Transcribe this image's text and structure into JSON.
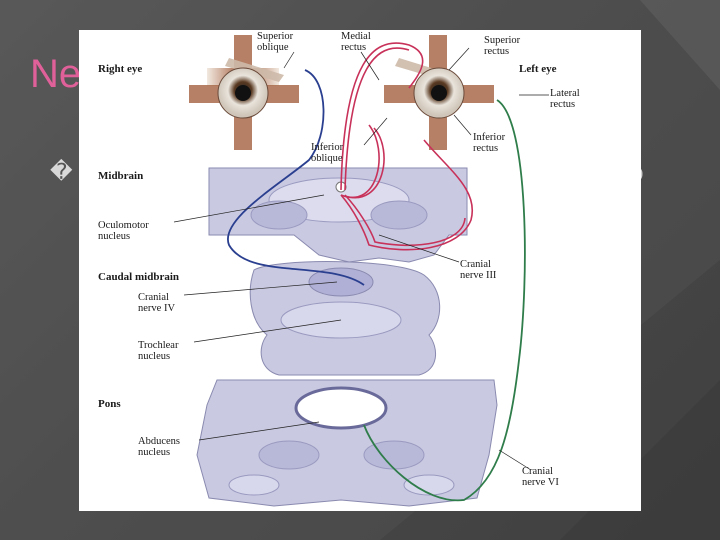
{
  "slide": {
    "title": "Ne",
    "bullet_glyph": "�",
    "trailing_char": "o"
  },
  "figure": {
    "labels": {
      "superior_oblique": [
        "Superior",
        "oblique"
      ],
      "medial_rectus": [
        "Medial",
        "rectus"
      ],
      "superior_rectus": [
        "Superior",
        "rectus"
      ],
      "right_eye": "Right eye",
      "left_eye": "Left eye",
      "lateral_rectus": [
        "Lateral",
        "rectus"
      ],
      "inferior_rectus": [
        "Inferior",
        "rectus"
      ],
      "inferior_oblique": [
        "Inferior",
        "oblique"
      ],
      "midbrain": "Midbrain",
      "oculomotor_nucleus": [
        "Oculomotor",
        "nucleus"
      ],
      "cranial_nerve_iii": [
        "Cranial",
        "nerve III"
      ],
      "caudal_midbrain": "Caudal midbrain",
      "cranial_nerve_iv": [
        "Cranial",
        "nerve IV"
      ],
      "trochlear_nucleus": [
        "Trochlear",
        "nucleus"
      ],
      "pons": "Pons",
      "abducens_nucleus": [
        "Abducens",
        "nucleus"
      ],
      "cranial_nerve_vi": [
        "Cranial",
        "nerve VI"
      ]
    },
    "colors": {
      "cn3": "#c8325a",
      "cn4": "#2a3f8f",
      "cn6": "#2f7d4a",
      "tissue": "#c9c9e2",
      "muscle": "#8a4a2e"
    }
  }
}
